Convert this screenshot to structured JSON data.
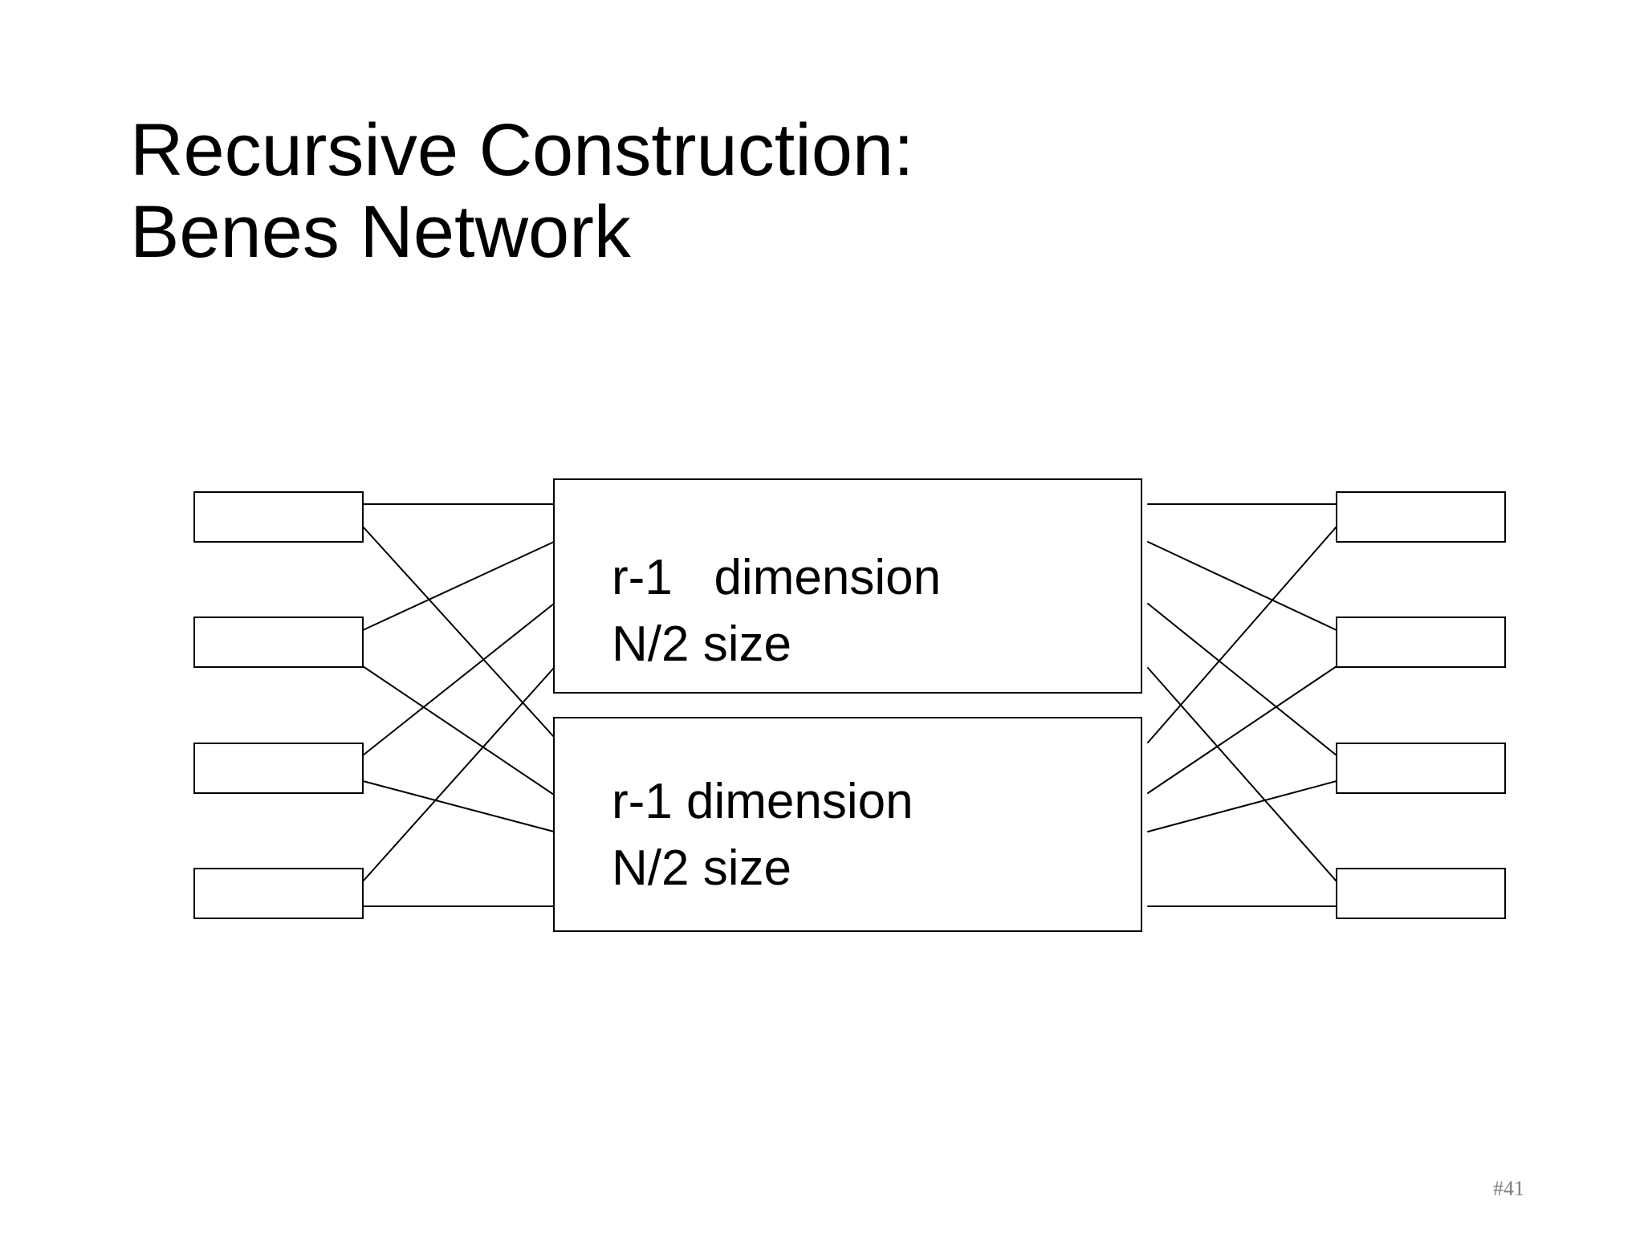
{
  "title": {
    "line1": "Recursive Construction:",
    "line2": "Benes Network"
  },
  "diagram": {
    "upper_subnetwork": {
      "line1": "r-1   dimension",
      "line2": "N/2 size"
    },
    "lower_subnetwork": {
      "line1": "r-1 dimension",
      "line2": "N/2 size"
    },
    "input_switches": 4,
    "output_switches": 4
  },
  "page_number": "#41",
  "colors": {
    "line": "#000000",
    "background": "#ffffff",
    "page_number": "#7f7f7f"
  }
}
